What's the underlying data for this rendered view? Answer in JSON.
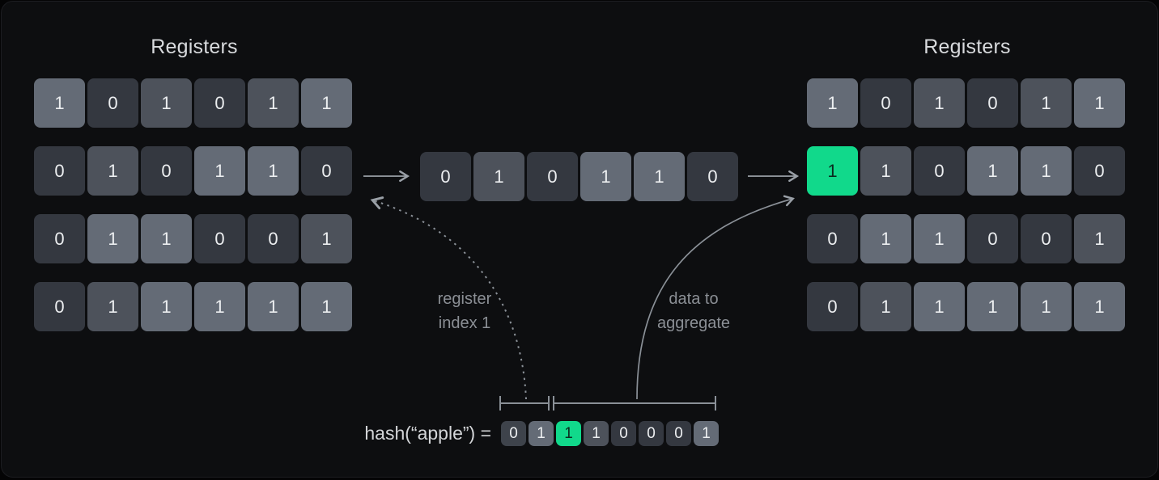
{
  "shades": {
    "dark": "#343840",
    "dark2": "#3e434b",
    "medium": "#4d525b",
    "light": "#646b76",
    "green": "#11d98b"
  },
  "colors": {
    "panel_bg": "#0d0e10",
    "accent_green": "#11d98b",
    "arrow_gray": "#9aa0a7",
    "bracket_gray": "#8a9097",
    "title_text": "#d8dadd",
    "muted_text": "#8b8f95"
  },
  "left_registers": {
    "title": "Registers",
    "rows": [
      [
        {
          "v": "1",
          "s": "light"
        },
        {
          "v": "0",
          "s": "dark"
        },
        {
          "v": "1",
          "s": "medium"
        },
        {
          "v": "0",
          "s": "dark"
        },
        {
          "v": "1",
          "s": "medium"
        },
        {
          "v": "1",
          "s": "light"
        }
      ],
      [
        {
          "v": "0",
          "s": "dark"
        },
        {
          "v": "1",
          "s": "medium"
        },
        {
          "v": "0",
          "s": "dark"
        },
        {
          "v": "1",
          "s": "light"
        },
        {
          "v": "1",
          "s": "light"
        },
        {
          "v": "0",
          "s": "dark"
        }
      ],
      [
        {
          "v": "0",
          "s": "dark"
        },
        {
          "v": "1",
          "s": "light"
        },
        {
          "v": "1",
          "s": "light"
        },
        {
          "v": "0",
          "s": "dark"
        },
        {
          "v": "0",
          "s": "dark"
        },
        {
          "v": "1",
          "s": "medium"
        }
      ],
      [
        {
          "v": "0",
          "s": "dark"
        },
        {
          "v": "1",
          "s": "medium"
        },
        {
          "v": "1",
          "s": "light"
        },
        {
          "v": "1",
          "s": "light"
        },
        {
          "v": "1",
          "s": "light"
        },
        {
          "v": "1",
          "s": "light"
        }
      ]
    ]
  },
  "middle_row": {
    "cells": [
      {
        "v": "0",
        "s": "dark"
      },
      {
        "v": "1",
        "s": "medium"
      },
      {
        "v": "0",
        "s": "dark"
      },
      {
        "v": "1",
        "s": "light"
      },
      {
        "v": "1",
        "s": "light"
      },
      {
        "v": "0",
        "s": "dark"
      }
    ]
  },
  "right_registers": {
    "title": "Registers",
    "rows": [
      [
        {
          "v": "1",
          "s": "light"
        },
        {
          "v": "0",
          "s": "dark"
        },
        {
          "v": "1",
          "s": "medium"
        },
        {
          "v": "0",
          "s": "dark"
        },
        {
          "v": "1",
          "s": "medium"
        },
        {
          "v": "1",
          "s": "light"
        }
      ],
      [
        {
          "v": "1",
          "s": "green"
        },
        {
          "v": "1",
          "s": "medium"
        },
        {
          "v": "0",
          "s": "dark"
        },
        {
          "v": "1",
          "s": "light"
        },
        {
          "v": "1",
          "s": "light"
        },
        {
          "v": "0",
          "s": "dark"
        }
      ],
      [
        {
          "v": "0",
          "s": "dark"
        },
        {
          "v": "1",
          "s": "light"
        },
        {
          "v": "1",
          "s": "light"
        },
        {
          "v": "0",
          "s": "dark"
        },
        {
          "v": "0",
          "s": "dark"
        },
        {
          "v": "1",
          "s": "medium"
        }
      ],
      [
        {
          "v": "0",
          "s": "dark"
        },
        {
          "v": "1",
          "s": "medium"
        },
        {
          "v": "1",
          "s": "light"
        },
        {
          "v": "1",
          "s": "light"
        },
        {
          "v": "1",
          "s": "light"
        },
        {
          "v": "1",
          "s": "light"
        }
      ]
    ]
  },
  "labels": {
    "register_index_line1": "register",
    "register_index_line2": "index 1",
    "data_aggregate_line1": "data to",
    "data_aggregate_line2": "aggregate"
  },
  "hash": {
    "label": "hash(“apple”) =",
    "bits": [
      {
        "v": "0",
        "s": "dark2"
      },
      {
        "v": "1",
        "s": "light"
      },
      {
        "v": "1",
        "s": "green"
      },
      {
        "v": "1",
        "s": "medium"
      },
      {
        "v": "0",
        "s": "dark"
      },
      {
        "v": "0",
        "s": "dark"
      },
      {
        "v": "0",
        "s": "dark"
      },
      {
        "v": "1",
        "s": "light"
      }
    ]
  }
}
